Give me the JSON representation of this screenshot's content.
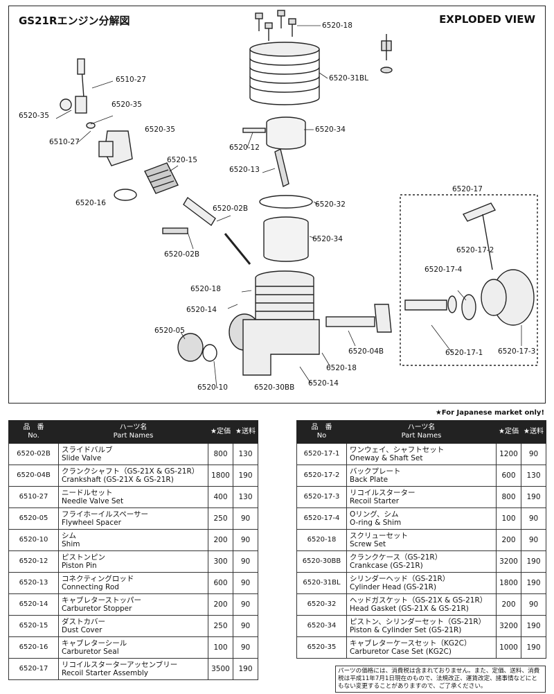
{
  "diagram": {
    "title": "GS21Rエンジン分解図",
    "view_label": "EXPLODED VIEW",
    "callouts": [
      {
        "id": "c1",
        "text": "6520-18"
      },
      {
        "id": "c2",
        "text": "6520-31BL"
      },
      {
        "id": "c3",
        "text": "6510-27"
      },
      {
        "id": "c4",
        "text": "6520-35"
      },
      {
        "id": "c5",
        "text": "6520-35"
      },
      {
        "id": "c6",
        "text": "6510-27"
      },
      {
        "id": "c7",
        "text": "6520-35"
      },
      {
        "id": "c8",
        "text": "6520-34"
      },
      {
        "id": "c9",
        "text": "6520-12"
      },
      {
        "id": "c10",
        "text": "6520-15"
      },
      {
        "id": "c11",
        "text": "6520-13"
      },
      {
        "id": "c12",
        "text": "6520-17"
      },
      {
        "id": "c13",
        "text": "6520-16"
      },
      {
        "id": "c14",
        "text": "6520-02B"
      },
      {
        "id": "c15",
        "text": "6520-32"
      },
      {
        "id": "c16",
        "text": "6520-34"
      },
      {
        "id": "c17",
        "text": "6520-17-2"
      },
      {
        "id": "c18",
        "text": "6520-02B"
      },
      {
        "id": "c19",
        "text": "6520-17-4"
      },
      {
        "id": "c20",
        "text": "6520-18"
      },
      {
        "id": "c21",
        "text": "6520-14"
      },
      {
        "id": "c22",
        "text": "6520-05"
      },
      {
        "id": "c23",
        "text": "6520-04B"
      },
      {
        "id": "c24",
        "text": "6520-17-1"
      },
      {
        "id": "c25",
        "text": "6520-17-3"
      },
      {
        "id": "c26",
        "text": "6520-18"
      },
      {
        "id": "c27",
        "text": "6520-10"
      },
      {
        "id": "c28",
        "text": "6520-30BB"
      },
      {
        "id": "c29",
        "text": "6520-14"
      }
    ]
  },
  "market_note": "★For Japanese market only!",
  "headers": {
    "no_jp": "品　番",
    "no_en": "No.",
    "no_en2": "No",
    "name_jp": "ハーツ名",
    "name_en": "Part Names",
    "price": "★定価",
    "ship": "★送料"
  },
  "left_rows": [
    {
      "no": "6520-02B",
      "jp": "スライドバルブ",
      "en": "Slide Valve",
      "price": "800",
      "ship": "130"
    },
    {
      "no": "6520-04B",
      "jp": "クランクシャフト（GS-21X & GS-21R）",
      "en": "Crankshaft (GS-21X & GS-21R)",
      "price": "1800",
      "ship": "190"
    },
    {
      "no": "6510-27",
      "jp": "ニードルセット",
      "en": "Needle Valve Set",
      "price": "400",
      "ship": "130"
    },
    {
      "no": "6520-05",
      "jp": "フライホーイルスペーサー",
      "en": "Flywheel Spacer",
      "price": "250",
      "ship": "90"
    },
    {
      "no": "6520-10",
      "jp": "シム",
      "en": "Shim",
      "price": "200",
      "ship": "90"
    },
    {
      "no": "6520-12",
      "jp": "ピストンピン",
      "en": "Piston Pin",
      "price": "300",
      "ship": "90"
    },
    {
      "no": "6520-13",
      "jp": "コネクティングロッド",
      "en": "Connecting Rod",
      "price": "600",
      "ship": "90"
    },
    {
      "no": "6520-14",
      "jp": "キャブレターストッパー",
      "en": "Carburetor Stopper",
      "price": "200",
      "ship": "90"
    },
    {
      "no": "6520-15",
      "jp": "ダストカバー",
      "en": "Dust Cover",
      "price": "250",
      "ship": "90"
    },
    {
      "no": "6520-16",
      "jp": "キャブレターシール",
      "en": "Carburetor Seal",
      "price": "100",
      "ship": "90"
    },
    {
      "no": "6520-17",
      "jp": "リコイルスターターアッセンブリー",
      "en": "Recoil Starter Assembly",
      "price": "3500",
      "ship": "190"
    }
  ],
  "right_rows": [
    {
      "no": "6520-17-1",
      "jp": "ワンウェイ、シャフトセット",
      "en": "Oneway & Shaft Set",
      "price": "1200",
      "ship": "90"
    },
    {
      "no": "6520-17-2",
      "jp": "バックプレート",
      "en": "Back Plate",
      "price": "600",
      "ship": "130"
    },
    {
      "no": "6520-17-3",
      "jp": "リコイルスターター",
      "en": "Recoil Starter",
      "price": "800",
      "ship": "190"
    },
    {
      "no": "6520-17-4",
      "jp": "Oリング、シム",
      "en": "O-ring & Shim",
      "price": "100",
      "ship": "90"
    },
    {
      "no": "6520-18",
      "jp": "スクリューセット",
      "en": "Screw Set",
      "price": "200",
      "ship": "90"
    },
    {
      "no": "6520-30BB",
      "jp": "クランクケース（GS-21R）",
      "en": "Crankcase (GS-21R)",
      "price": "3200",
      "ship": "190"
    },
    {
      "no": "6520-31BL",
      "jp": "シリンダーヘッド（GS-21R）",
      "en": "Cylinder Head (GS-21R)",
      "price": "1800",
      "ship": "190"
    },
    {
      "no": "6520-32",
      "jp": "ヘッドガスケット（GS-21X & GS-21R）",
      "en": "Head Gasket (GS-21X & GS-21R)",
      "price": "200",
      "ship": "90"
    },
    {
      "no": "6520-34",
      "jp": "ピストン、シリンダーセット（GS-21R）",
      "en": "Piston & Cylinder Set (GS-21R)",
      "price": "3200",
      "ship": "190"
    },
    {
      "no": "6520-35",
      "jp": "キャブレターケースセット（KG2C）",
      "en": "Carburetor Case Set (KG2C)",
      "price": "1000",
      "ship": "190"
    }
  ],
  "fine_print": "パーツの価格には、消費税は含まれておりません。また、定価、送料、消費税は平成11年7月1日現在のもので、法規改正、運賃改定、諸事情などにともない変更することがありますので、ご了承ください。"
}
